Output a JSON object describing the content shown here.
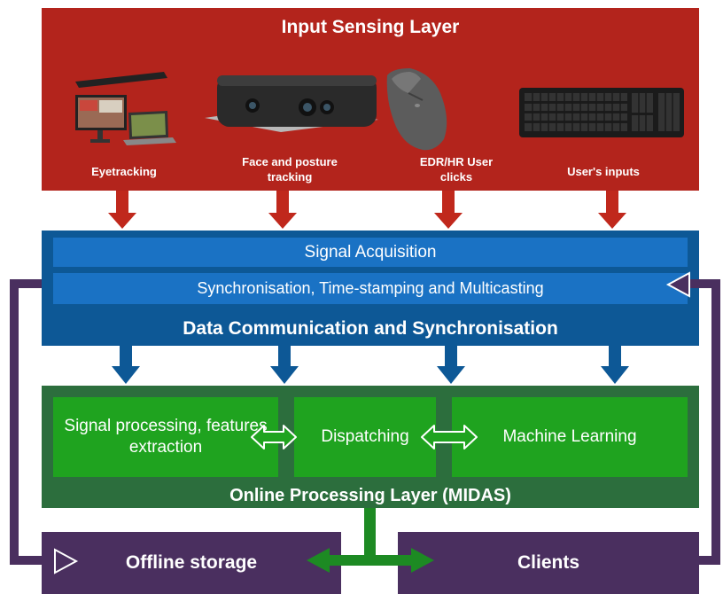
{
  "input_layer": {
    "title": "Input Sensing Layer",
    "devices": [
      {
        "label": "Eyetracking",
        "icon": "eyetracker-monitor-icon"
      },
      {
        "label": "Face and posture tracking",
        "icon": "depth-camera-icon"
      },
      {
        "label": "EDR/HR User clicks",
        "icon": "computer-mouse-icon"
      },
      {
        "label": "User's inputs",
        "icon": "keyboard-icon"
      }
    ]
  },
  "comm_layer": {
    "signal_acquisition": "Signal Acquisition",
    "synchronisation": "Synchronisation, Time-stamping and Multicasting",
    "title": "Data Communication and Synchronisation"
  },
  "processing_layer": {
    "title": "Online Processing Layer (MIDAS)",
    "boxes": [
      {
        "label": "Signal processing, features extraction"
      },
      {
        "label": "Dispatching"
      },
      {
        "label": "Machine Learning"
      }
    ]
  },
  "outputs": {
    "offline_storage": "Offline storage",
    "clients": "Clients"
  },
  "colors": {
    "input_red": "#b3241c",
    "comm_blue_dark": "#0d5896",
    "comm_blue_light": "#1a72c4",
    "proc_dark_green": "#2c6e3d",
    "proc_green": "#1fa31f",
    "purple": "#4a2f5f",
    "arrow_red": "#c0281c",
    "arrow_blue": "#0d5896",
    "arrow_green": "#1d8a23"
  }
}
